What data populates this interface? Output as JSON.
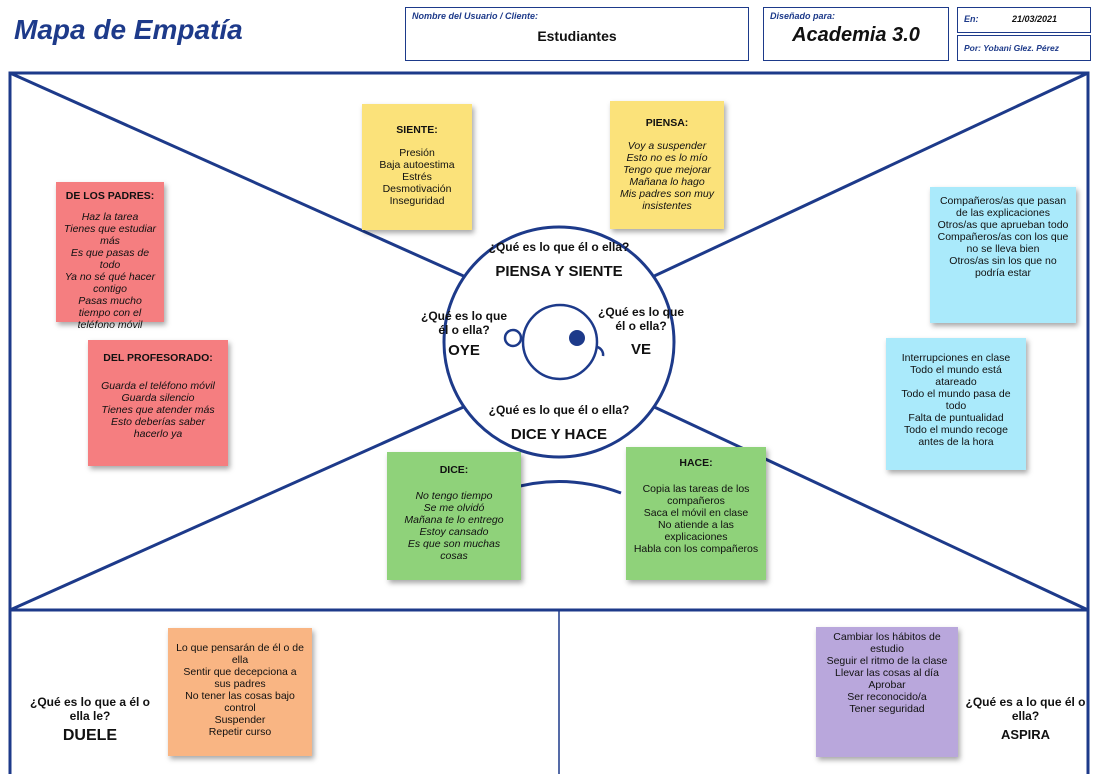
{
  "header": {
    "title": "Mapa de Empatía",
    "user_label": "Nombre del Usuario / Cliente:",
    "user_value": "Estudiantes",
    "designed_label": "Diseñado para:",
    "designed_value": "Academia 3.0",
    "date_label": "En:",
    "date_value": "21/03/2021",
    "author": "Por: Yobani Glez. Pérez"
  },
  "center": {
    "think_question": "¿Qué es lo que él o ella?",
    "think_title": "PIENSA Y SIENTE",
    "hear_question": "¿Qué es lo que él o ella?",
    "hear_title": "OYE",
    "see_question": "¿Qué es lo que él o ella?",
    "see_title": "VE",
    "say_question": "¿Qué es lo que él o ella?",
    "say_title": "DICE Y HACE"
  },
  "notes": {
    "siente": {
      "title": "SIENTE:",
      "lines": [
        "Presión",
        "Baja autoestima",
        "Estrés",
        "Desmotivación",
        "Inseguridad"
      ]
    },
    "piensa": {
      "title": "PIENSA:",
      "lines": [
        "Voy a suspender",
        "Esto no es lo mío",
        "Tengo que mejorar",
        "Mañana lo hago",
        "Mis padres son muy insistentes"
      ]
    },
    "padres": {
      "title": "DE LOS PADRES:",
      "lines": [
        "Haz la tarea",
        "Tienes que estudiar más",
        "Es que pasas de todo",
        "Ya no sé qué hacer contigo",
        "Pasas mucho tiempo con el teléfono móvil"
      ]
    },
    "profesorado": {
      "title": "DEL PROFESORADO:",
      "lines": [
        "Guarda el teléfono móvil",
        "Guarda silencio",
        "Tienes que atender más",
        "Esto deberías saber hacerlo ya"
      ]
    },
    "ve1": {
      "lines": [
        "Compañeros/as que pasan de las explicaciones",
        "Otros/as que aprueban todo",
        "Compañeros/as con los que no se lleva bien",
        "Otros/as sin los que no podría estar"
      ]
    },
    "ve2": {
      "lines": [
        "Interrupciones en clase",
        "Todo el mundo está atareado",
        "Todo el mundo pasa de todo",
        "Falta de puntualidad",
        "Todo el mundo recoge antes de la hora"
      ]
    },
    "dice": {
      "title": "DICE:",
      "lines": [
        "No tengo tiempo",
        "Se me olvidó",
        "Mañana te lo entrego",
        "Estoy cansado",
        "Es que son muchas cosas"
      ]
    },
    "hace": {
      "title": "HACE:",
      "lines": [
        "Copia las tareas de los compañeros",
        "Saca el móvil en clase",
        "No atiende a las explicaciones",
        "Habla con los compañeros"
      ]
    },
    "duele": {
      "lines": [
        "Lo que pensarán de él o de ella",
        "Sentir que decepciona a sus padres",
        "No tener las cosas bajo control",
        "Suspender",
        "Repetir curso"
      ]
    },
    "aspira": {
      "lines": [
        "Cambiar los hábitos de estudio",
        "Seguir el ritmo de la clase",
        "Llevar las cosas al día",
        "Aprobar",
        "Ser reconocido/a",
        "Tener seguridad"
      ]
    }
  },
  "bottom": {
    "pain_question": "¿Qué es lo que a él o ella le?",
    "pain_title": "DUELE",
    "gain_question": "¿Qué es a lo que él o ella?",
    "gain_title": "ASPIRA"
  },
  "colors": {
    "frame": "#1d3a8a",
    "yellow": "#fbe27a",
    "pink": "#f57e80",
    "cyan": "#aaeafb",
    "green": "#8fd27a",
    "orange": "#f9b583",
    "purple": "#b9a7dc"
  }
}
